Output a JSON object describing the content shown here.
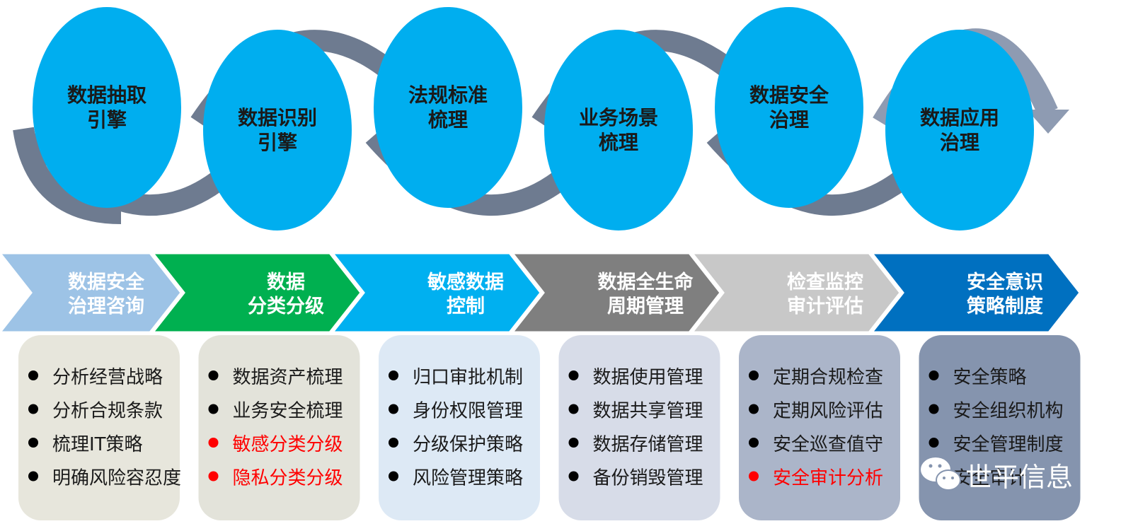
{
  "colors": {
    "circle": "#00aeef",
    "arrow_dark": "#6e7b90",
    "arrow_light": "#8e9bb2",
    "text": "#1a1a1a",
    "highlight": "#ff0000"
  },
  "stages": [
    {
      "lines": [
        "数据抽取",
        "引擎"
      ],
      "highlight": false,
      "position": "high"
    },
    {
      "lines": [
        "数据识别",
        "引擎"
      ],
      "highlight": true,
      "position": "low"
    },
    {
      "lines": [
        "法规标准",
        "梳理"
      ],
      "highlight": false,
      "position": "high"
    },
    {
      "lines": [
        "业务场景",
        "梳理"
      ],
      "highlight": false,
      "position": "low"
    },
    {
      "lines": [
        "数据安全",
        "治理"
      ],
      "highlight": false,
      "position": "high"
    },
    {
      "lines": [
        "数据应用",
        "治理"
      ],
      "highlight": false,
      "position": "low"
    }
  ],
  "columns": [
    {
      "title": [
        "数据安全",
        "治理咨询"
      ],
      "chevron_color": "#9dc3e6",
      "card_color": "#e7e6dc",
      "items": [
        {
          "text": "分析经营战略",
          "highlight": false
        },
        {
          "text": "分析合规条款",
          "highlight": false
        },
        {
          "text": "梳理IT策略",
          "highlight": false
        },
        {
          "text": "明确风险容忍度",
          "highlight": false
        }
      ]
    },
    {
      "title": [
        "数据",
        "分类分级"
      ],
      "chevron_color": "#00b050",
      "card_color": "#e3e3da",
      "items": [
        {
          "text": "数据资产梳理",
          "highlight": false
        },
        {
          "text": "业务安全梳理",
          "highlight": false
        },
        {
          "text": "敏感分类分级",
          "highlight": true
        },
        {
          "text": "隐私分类分级",
          "highlight": true
        }
      ]
    },
    {
      "title": [
        "敏感数据",
        "控制"
      ],
      "chevron_color": "#00b0f0",
      "card_color": "#dde9f5",
      "items": [
        {
          "text": "归口审批机制",
          "highlight": false
        },
        {
          "text": "身份权限管理",
          "highlight": false
        },
        {
          "text": "分级保护策略",
          "highlight": false
        },
        {
          "text": "风险管理策略",
          "highlight": false
        }
      ]
    },
    {
      "title": [
        "数据全生命",
        "周期管理"
      ],
      "chevron_color": "#7f7f7f",
      "card_color": "#d7dce8",
      "items": [
        {
          "text": "数据使用管理",
          "highlight": false
        },
        {
          "text": "数据共享管理",
          "highlight": false
        },
        {
          "text": "数据存储管理",
          "highlight": false
        },
        {
          "text": "备份销毁管理",
          "highlight": false
        }
      ]
    },
    {
      "title": [
        "检查监控",
        "审计评估"
      ],
      "chevron_color": "#c8c8c8",
      "card_color": "#abb5c9",
      "items": [
        {
          "text": "定期合规检查",
          "highlight": false
        },
        {
          "text": "定期风险评估",
          "highlight": false
        },
        {
          "text": "安全巡查值守",
          "highlight": false
        },
        {
          "text": "安全审计分析",
          "highlight": true
        }
      ]
    },
    {
      "title": [
        "安全意识",
        "策略制度"
      ],
      "chevron_color": "#0070c0",
      "card_color": "#8594ae",
      "items": [
        {
          "text": "安全策略",
          "highlight": false
        },
        {
          "text": "安全组织机构",
          "highlight": false
        },
        {
          "text": "安全管理制度",
          "highlight": false
        },
        {
          "text": "安全审计",
          "highlight": false
        }
      ]
    }
  ],
  "watermark": {
    "text": "世平信息",
    "icon": "wechat-icon"
  }
}
